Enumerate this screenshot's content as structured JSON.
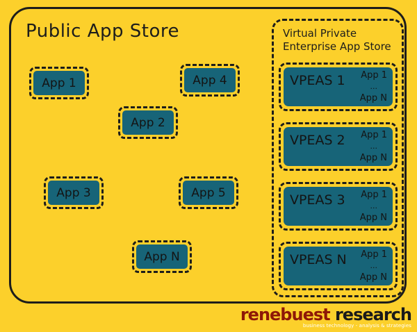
{
  "colors": {
    "background": "#FCD02B",
    "box_fill": "#176478",
    "ink": "#1D1D1B",
    "brand_red": "#8E1807",
    "tagline_text": "#FFFFFF"
  },
  "public_store": {
    "title": "Public App Store",
    "apps": [
      {
        "label": "App 1"
      },
      {
        "label": "App 2"
      },
      {
        "label": "App 3"
      },
      {
        "label": "App 4"
      },
      {
        "label": "App 5"
      },
      {
        "label": "App N"
      }
    ]
  },
  "vpeas": {
    "title_line1": "Virtual Private",
    "title_line2": "Enterprise App Store",
    "stores": [
      {
        "name": "VPEAS 1",
        "app_first": "App 1",
        "ellipsis": "...",
        "app_last": "App N"
      },
      {
        "name": "VPEAS 2",
        "app_first": "App 1",
        "ellipsis": "...",
        "app_last": "App N"
      },
      {
        "name": "VPEAS 3",
        "app_first": "App 1",
        "ellipsis": "...",
        "app_last": "App N"
      },
      {
        "name": "VPEAS N",
        "app_first": "App 1",
        "ellipsis": "...",
        "app_last": "App N"
      }
    ]
  },
  "logo": {
    "brand_primary": "renebuest",
    "brand_secondary": "research",
    "tagline": "business technology - analysis & strategies"
  }
}
